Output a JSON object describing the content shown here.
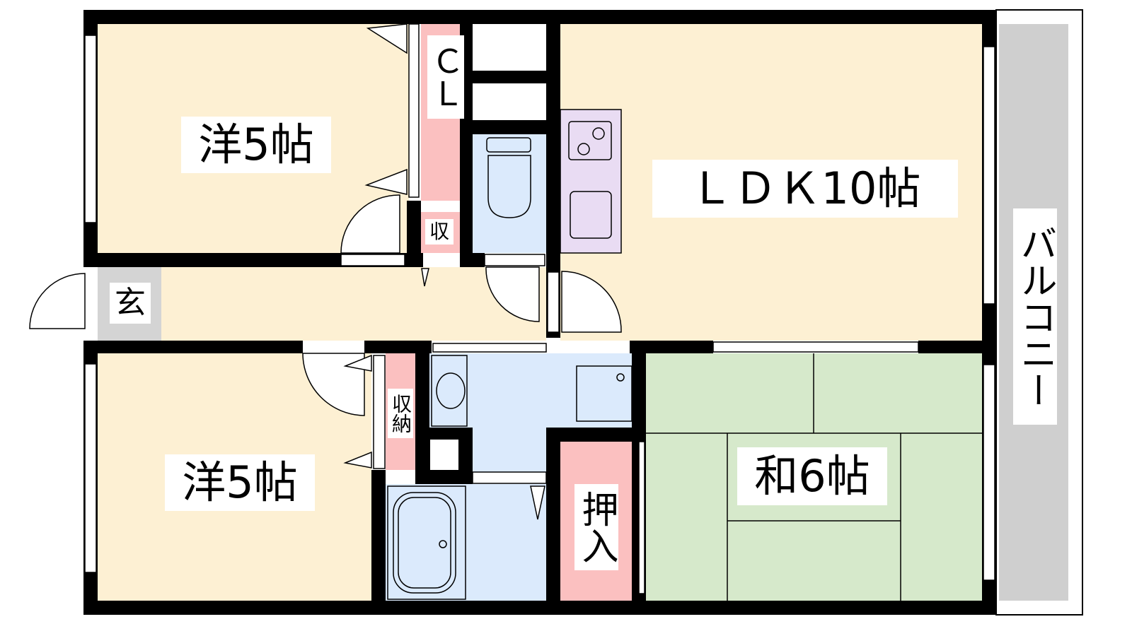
{
  "rooms": {
    "western_top": "洋5帖",
    "western_bottom": "洋5帖",
    "ldk": "ＬＤＫ10帖",
    "japanese": "和6帖",
    "closet": "ＣＬ",
    "storage_small": "収",
    "storage": "収納",
    "oshiire": "押入",
    "entrance": "玄",
    "balcony": "バルコニー"
  },
  "colors": {
    "western": "#fdf0d3",
    "wet": "#dbeafc",
    "storage": "#fbc0c0",
    "japanese": "#d6e9cb",
    "kitchen": "#e9dcf3",
    "balcony": "#cfcfcf",
    "entrance": "#d4d4d4",
    "wall": "#000000"
  }
}
